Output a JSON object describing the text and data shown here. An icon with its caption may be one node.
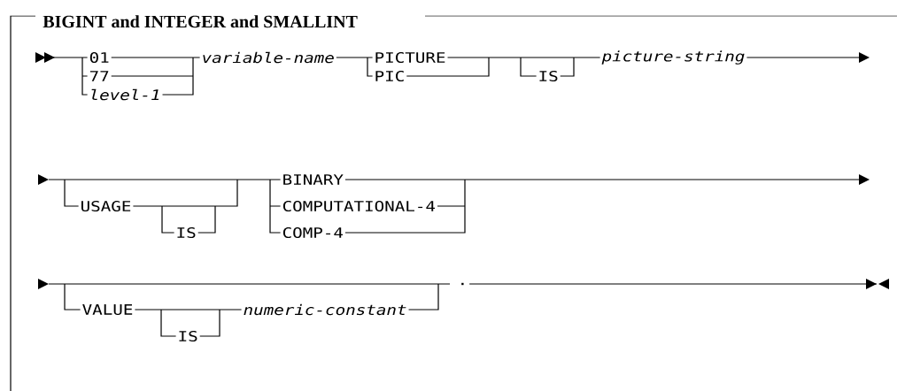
{
  "diagram": {
    "title": "BIGINT and INTEGER and SMALLINT",
    "labels": [
      "01",
      "variable-name",
      "PICTURE",
      "picture-string",
      "77",
      "PIC",
      "IS",
      "level-1",
      "BINARY",
      "USAGE",
      "COMPUTATIONAL-4",
      "IS",
      "COMP-4",
      ".",
      "VALUE",
      "numeric-constant",
      "IS"
    ]
  }
}
